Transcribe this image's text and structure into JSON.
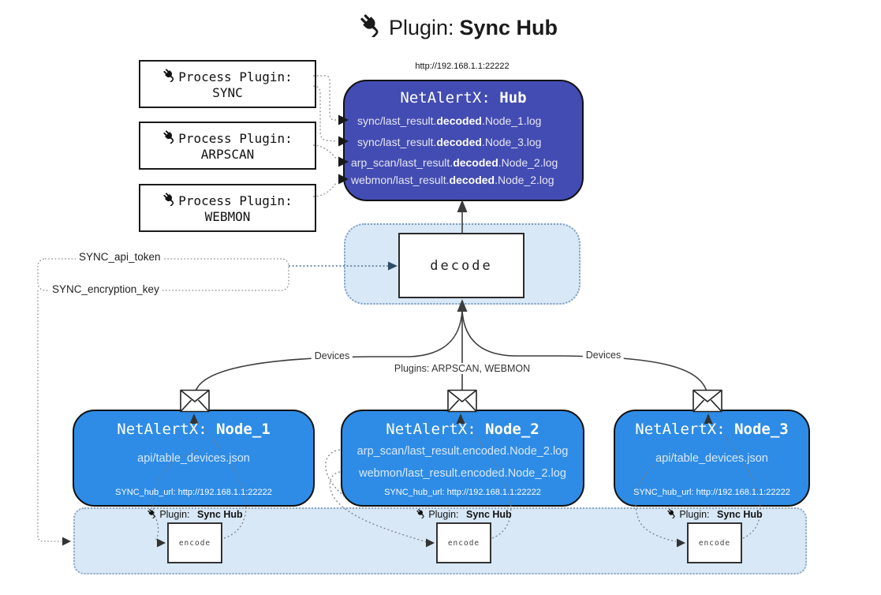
{
  "title": {
    "prefix": "Plugin:",
    "name": "Sync Hub"
  },
  "process_plugins": {
    "label": "Process Plugin:",
    "items": [
      {
        "name": "SYNC"
      },
      {
        "name": "ARPSCAN"
      },
      {
        "name": "WEBMON"
      }
    ]
  },
  "hub": {
    "url": "http://192.168.1.1:22222",
    "title_prefix": "NetAlertX:",
    "title_name": "Hub",
    "logs": [
      {
        "pre": "sync/last_result.",
        "bold": "decoded",
        "post": ".Node_1.log"
      },
      {
        "pre": "sync/last_result.",
        "bold": "decoded",
        "post": ".Node_3.log"
      },
      {
        "pre": "arp_scan/last_result.",
        "bold": "decoded",
        "post": ".Node_2.log"
      },
      {
        "pre": "webmon/last_result.",
        "bold": "decoded",
        "post": ".Node_2.log"
      }
    ]
  },
  "decode": {
    "label": "decode"
  },
  "secrets": {
    "api_token": "SYNC_api_token",
    "encryption_key": "SYNC_encryption_key"
  },
  "edges": {
    "devices_left": "Devices",
    "plugins_middle": "Plugins: ARPSCAN, WEBMON",
    "devices_right": "Devices"
  },
  "nodes": [
    {
      "title_prefix": "NetAlertX:",
      "title_name": "Node_1",
      "files": [
        "api/table_devices.json"
      ],
      "hub_url": "SYNC_hub_url: http://192.168.1.1:22222"
    },
    {
      "title_prefix": "NetAlertX:",
      "title_name": "Node_2",
      "files": [
        "arp_scan/last_result.encoded.Node_2.log",
        "webmon/last_result.encoded.Node_2.log"
      ],
      "hub_url": "SYNC_hub_url: http://192.168.1.1:22222"
    },
    {
      "title_prefix": "NetAlertX:",
      "title_name": "Node_3",
      "files": [
        "api/table_devices.json"
      ],
      "hub_url": "SYNC_hub_url: http://192.168.1.1:22222"
    }
  ],
  "encoders": {
    "plugin_prefix": "Plugin:",
    "plugin_name": "Sync Hub",
    "label": "encode"
  },
  "colors": {
    "hub_fill": "#434CB2",
    "node_fill": "#2E8CE6",
    "panel_fill": "#D8E8F7",
    "line_dark": "#3A3A3A"
  }
}
